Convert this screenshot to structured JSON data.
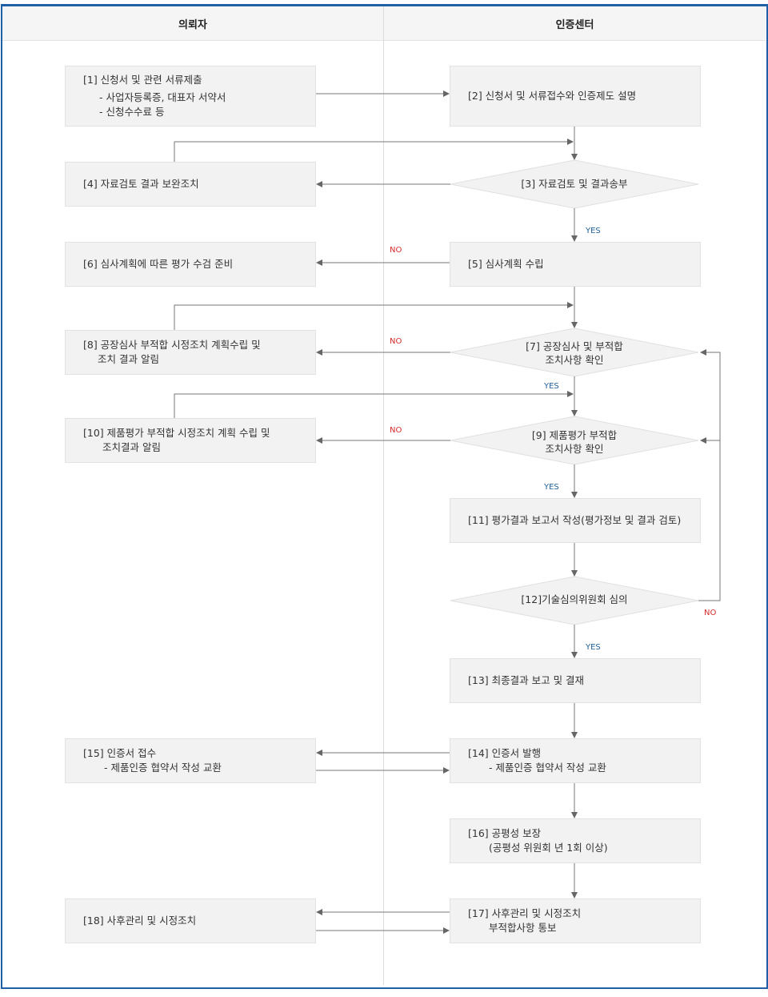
{
  "header": {
    "left": "의뢰자",
    "right": "인증센터"
  },
  "steps": {
    "s1": {
      "title": "[1] 신청서  및 관련 서류제출",
      "sub1": "- 사업자등록증, 대표자 서약서",
      "sub2": "- 신청수수료 등"
    },
    "s2": {
      "title": "[2] 신청서 및 서류접수와  인증제도 설명"
    },
    "s3": {
      "title": "[3] 자료검토 및 결과송부"
    },
    "s4": {
      "title": "[4] 자료검토  결과 보완조치"
    },
    "s5": {
      "title": "[5] 심사계획 수립"
    },
    "s6": {
      "title": "[6] 심사계획에 따른 평가 수검 준비"
    },
    "s7": {
      "line1": "[7] 공장심사 및 부적합",
      "line2": "조치사항 확인"
    },
    "s8": {
      "line1": "[8] 공장심사 부적합 시정조치 계획수립 및",
      "line2": "조치 결과 알림"
    },
    "s9": {
      "line1": "[9] 제품평가 부적합",
      "line2": "조치사항 확인"
    },
    "s10": {
      "line1": "[10] 제품평가 부적합 시정조치  계획 수립 및",
      "line2": "조치결과 알림"
    },
    "s11": {
      "title": "[11] 평가결과 보고서 작성(평가정보 및 결과 검토)"
    },
    "s12": {
      "title": "[12]기술심의위원회 심의"
    },
    "s13": {
      "title": "[13] 최종결과 보고 및 결재"
    },
    "s14": {
      "title": "[14] 인증서 발행",
      "sub": "- 제품인증 협약서 작성 교환"
    },
    "s15": {
      "title": "[15] 인증서 접수",
      "sub": "- 제품인증 협약서 작성 교환"
    },
    "s16": {
      "title": "[16] 공평성 보장",
      "sub": "(공평성 위원회 년 1회 이상)"
    },
    "s17": {
      "title": "[17] 사후관리 및 시정조치",
      "sub": "부적합사항 통보"
    },
    "s18": {
      "title": "[18] 사후관리 및 시정조치"
    }
  },
  "labels": {
    "yes": "YES",
    "no": "NO"
  },
  "colors": {
    "frame": "#1f5fa6",
    "yes": "#1f5f9a",
    "no": "#d62b2b",
    "box_fill": "#f2f2f2",
    "line": "#777777"
  }
}
